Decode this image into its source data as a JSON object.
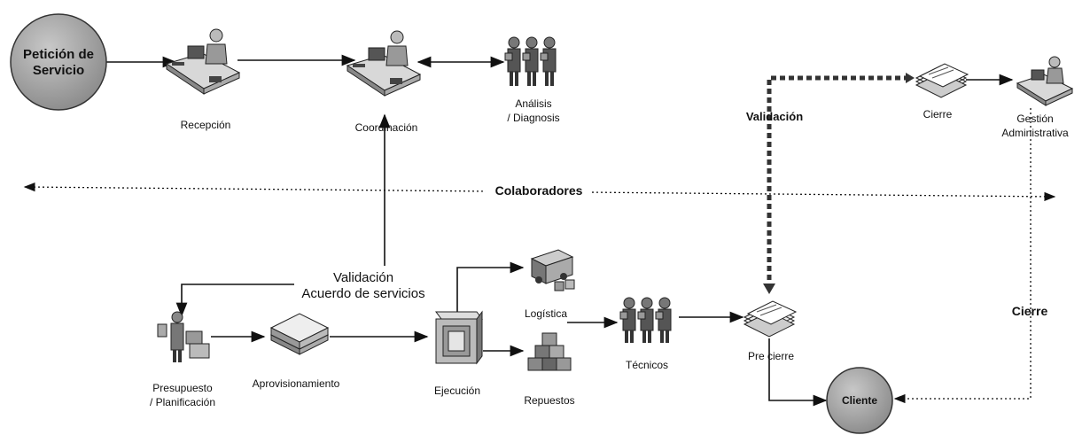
{
  "nodes": {
    "peticion": [
      "Petición de",
      "Servicio"
    ],
    "recepcion": "Recepción",
    "coordinacion": "Coordinación",
    "analisis": [
      "Análisis",
      "/ Diagnosis"
    ],
    "validacion_top": "Validación",
    "cierre_top": "Cierre",
    "gestion": [
      "Gestión",
      "Administrativa"
    ],
    "colaboradores": "Colaboradores",
    "validacion_acuerdo": [
      "Validación",
      "Acuerdo de servicios"
    ],
    "presupuesto": [
      "Presupuesto",
      "/ Planificación"
    ],
    "aprovisionamiento": "Aprovisionamiento",
    "ejecucion": "Ejecución",
    "logistica": "Logística",
    "repuestos": "Repuestos",
    "tecnicos": "Técnicos",
    "precierre": "Pre cierre",
    "cierre_right": "Cierre",
    "cliente": "Cliente"
  },
  "colors": {
    "line": "#111111",
    "circle_fill": "#9a9a9a",
    "circle_stroke": "#333333"
  }
}
